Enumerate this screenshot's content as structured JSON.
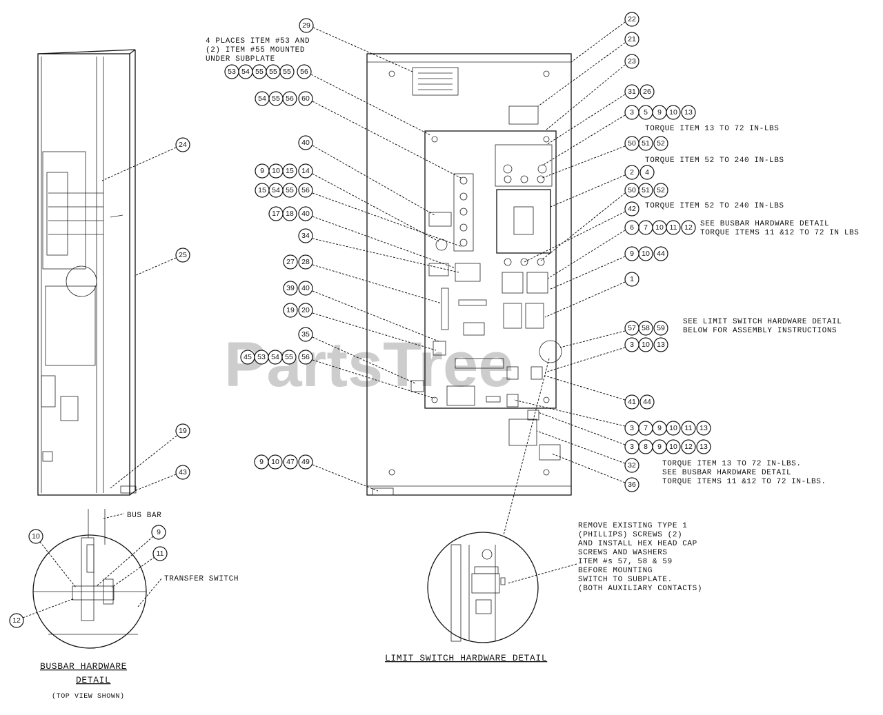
{
  "watermark": "PartsTree",
  "notes": {
    "n1_l1": "4 PLACES ITEM #53 AND",
    "n1_l2": "(2) ITEM #55 MOUNTED",
    "n1_l3": "UNDER SUBPLATE",
    "torque1": "TORQUE ITEM 13 TO 72 IN-LBS",
    "torque2": "TORQUE ITEM 52 TO 240 IN-LBS",
    "torque3": "TORQUE ITEM 52 TO 240 IN-LBS",
    "busbar_detail_l1": "SEE BUSBAR HARDWARE DETAIL",
    "busbar_detail_l2": "TORQUE ITEMS 11 &12 TO 72 IN LBS",
    "limit_l1": "SEE LIMIT SWITCH HARDWARE DETAIL",
    "limit_l2": "BELOW FOR ASSEMBLY INSTRUCTIONS",
    "bottom_l1": "TORQUE ITEM 13 TO 72 IN-LBS.",
    "bottom_l2": "SEE BUSBAR HARDWARE DETAIL",
    "bottom_l3": "TORQUE ITEMS 11 &12 TO 72 IN-LBS.",
    "remove_l1": "REMOVE EXISTING TYPE 1",
    "remove_l2": "(PHILLIPS) SCREWS (2)",
    "remove_l3": "AND INSTALL HEX HEAD CAP",
    "remove_l4": "SCREWS AND WASHERS",
    "remove_l5": "ITEM #s 57, 58 & 59",
    "remove_l6": "BEFORE MOUNTING",
    "remove_l7": "SWITCH TO SUBPLATE.",
    "remove_l8": "(BOTH AUXILIARY CONTACTS)",
    "bus_bar": "BUS BAR",
    "transfer_switch": "TRANSFER SWITCH",
    "busbar_title_l1": "BUSBAR HARDWARE",
    "busbar_title_l2": "DETAIL",
    "top_view": "(TOP VIEW SHOWN)",
    "limit_title": "LIMIT SWITCH HARDWARE DETAIL"
  },
  "callouts": {
    "c29": "29",
    "c22": "22",
    "c21": "21",
    "c23": "23",
    "c31_26a": "31",
    "c31_26b": "26",
    "c53": "53",
    "c54": "54",
    "c55": "55",
    "c55b": "55",
    "c55c": "55",
    "c56": "56",
    "c54b": "54",
    "c55d": "55",
    "c56b": "56",
    "c60": "60",
    "c40a": "40",
    "c9": "9",
    "c10": "10",
    "c15": "15",
    "c14": "14",
    "c15b": "15",
    "c54c": "54",
    "c55e": "55",
    "c56c": "56",
    "c17": "17",
    "c18": "18",
    "c40b": "40",
    "c34": "34",
    "c27": "27",
    "c28": "28",
    "c39": "39",
    "c40c": "40",
    "c19": "19",
    "c20": "20",
    "c35": "35",
    "c45": "45",
    "c53b": "53",
    "c54d": "54",
    "c55f": "55",
    "c56d": "56",
    "c9b": "9",
    "c10b": "10",
    "c47": "47",
    "c49": "49",
    "r3": "3",
    "r5": "5",
    "r9": "9",
    "r10": "10",
    "r13": "13",
    "r50": "50",
    "r51": "51",
    "r52": "52",
    "r2": "2",
    "r4": "4",
    "r50b": "50",
    "r51b": "51",
    "r52b": "52",
    "r42": "42",
    "r6": "6",
    "r7": "7",
    "r10b": "10",
    "r11": "11",
    "r12": "12",
    "r9b": "9",
    "r10c": "10",
    "r44": "44",
    "r1": "1",
    "r57": "57",
    "r58": "58",
    "r59": "59",
    "r3b": "3",
    "r10d": "10",
    "r13b": "13",
    "r41": "41",
    "r44b": "44",
    "r3c": "3",
    "r7b": "7",
    "r9c": "9",
    "r10e": "10",
    "r11b": "11",
    "r13c": "13",
    "r3d": "3",
    "r8": "8",
    "r9d": "9",
    "r10f": "10",
    "r12b": "12",
    "r13d": "13",
    "r32": "32",
    "r36": "36",
    "l24": "24",
    "l25": "25",
    "l19": "19",
    "l43": "43",
    "d10": "10",
    "d9": "9",
    "d11": "11",
    "d12": "12"
  }
}
